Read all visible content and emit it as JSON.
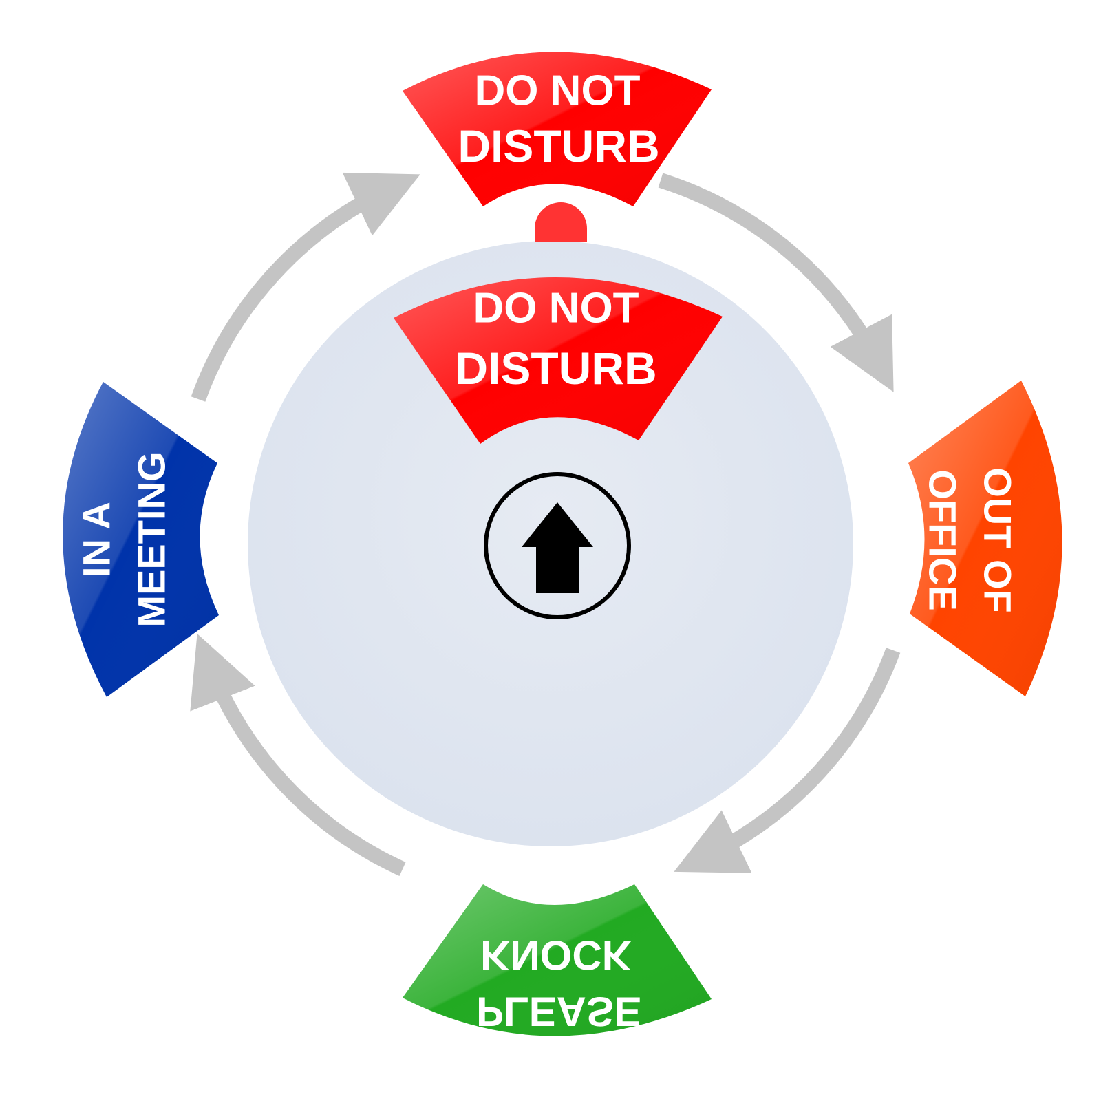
{
  "segments": {
    "top": {
      "line1": "DO NOT",
      "line2": "DISTURB",
      "color": "#ff0000"
    },
    "right": {
      "line1": "OUT OF",
      "line2": "OFFICE",
      "color": "#ff4400"
    },
    "bottom": {
      "line1": "KNOCK",
      "line2": "PLEASE",
      "color": "#22aa22"
    },
    "left": {
      "line1": "IN A",
      "line2": "MEETING",
      "color": "#0033aa"
    }
  },
  "dial": {
    "window": {
      "line1": "DO NOT",
      "line2": "DISTURB",
      "color": "#ff0000"
    },
    "face_color": "#e0e6f0",
    "knob_color": "#ff3333",
    "center_icon": "up-arrow-icon"
  },
  "arrows": {
    "color": "#c4c4c4",
    "direction": "clockwise"
  }
}
